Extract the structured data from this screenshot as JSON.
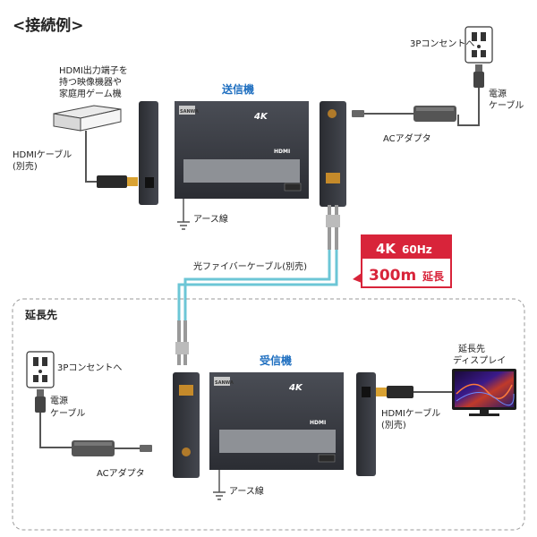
{
  "heading": "<接続例>",
  "top": {
    "outlet_label": "3Pコンセントへ",
    "power_cable_label_line1": "電源",
    "power_cable_label_line2": "ケーブル",
    "ac_adapter_label": "ACアダプタ",
    "transmitter_title": "送信機",
    "source_device_line1": "HDMI出力端子を",
    "source_device_line2": "持つ映像機器や",
    "source_device_line3": "家庭用ゲーム機",
    "hdmi_cable_line1": "HDMIケーブル",
    "hdmi_cable_line2": "(別売)",
    "ground_label": "アース線",
    "brand": "SANWA",
    "badge_4k": "4K",
    "hdmi_logo": "HDMI"
  },
  "fiber_label": "光ファイバーケーブル(別売)",
  "callout": {
    "line1_big": "4K",
    "line1_small": "60Hz",
    "line2_big": "300m",
    "line2_small": "延長"
  },
  "bottom": {
    "region_label": "延長先",
    "outlet_label": "3Pコンセントへ",
    "power_cable_label_line1": "電源",
    "power_cable_label_line2": "ケーブル",
    "ac_adapter_label": "ACアダプタ",
    "receiver_title": "受信機",
    "display_label_line1": "延長先",
    "display_label_line2": "ディスプレイ",
    "hdmi_cable_line1": "HDMIケーブル",
    "hdmi_cable_line2": "(別売)",
    "ground_label": "アース線",
    "brand": "SANWA",
    "badge_4k": "4K",
    "hdmi_logo": "HDMI"
  },
  "colors": {
    "accent_blue": "#1f6fc0",
    "callout_red": "#d8243a",
    "fiber_cyan": "#6cc6d6",
    "device_dark": "#33363d"
  }
}
